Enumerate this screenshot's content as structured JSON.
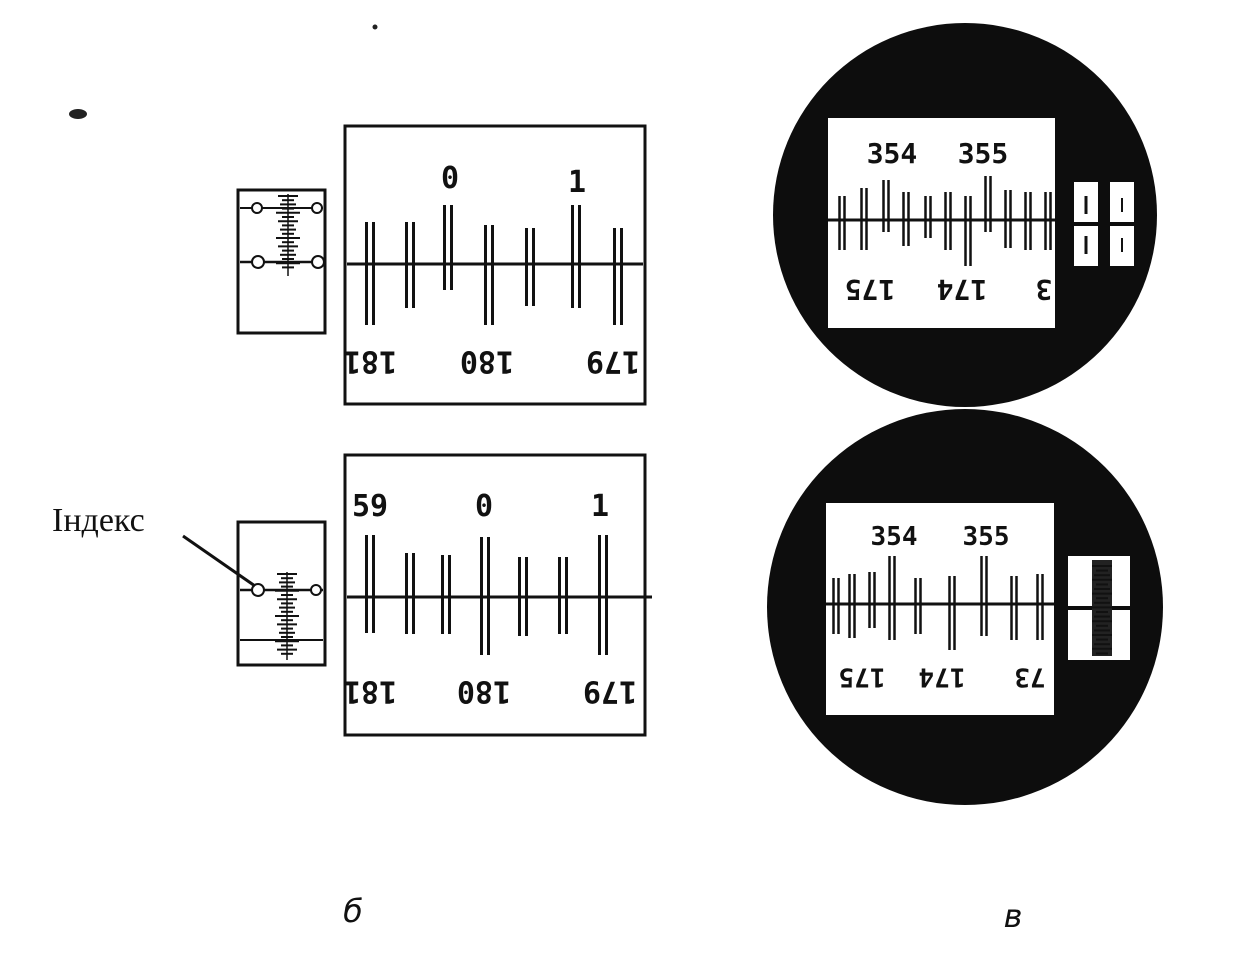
{
  "index_label": "Індекс",
  "captions": {
    "b": "б",
    "v": "в"
  },
  "panel_b": {
    "top": {
      "top_numbers": [
        "0",
        "1"
      ],
      "bottom_numbers": [
        "181",
        "180",
        "179"
      ]
    },
    "bottom": {
      "top_numbers": [
        "59",
        "0",
        "1"
      ],
      "bottom_numbers": [
        "181",
        "180",
        "179"
      ]
    }
  },
  "panel_v": {
    "top": {
      "top_numbers": [
        "354",
        "355"
      ],
      "bottom_numbers": [
        "175",
        "174",
        "3"
      ]
    },
    "bottom": {
      "top_numbers": [
        "354",
        "355"
      ],
      "bottom_numbers": [
        "175",
        "174",
        "73"
      ]
    }
  },
  "colors": {
    "ink": "#111111",
    "paper": "#ffffff"
  }
}
